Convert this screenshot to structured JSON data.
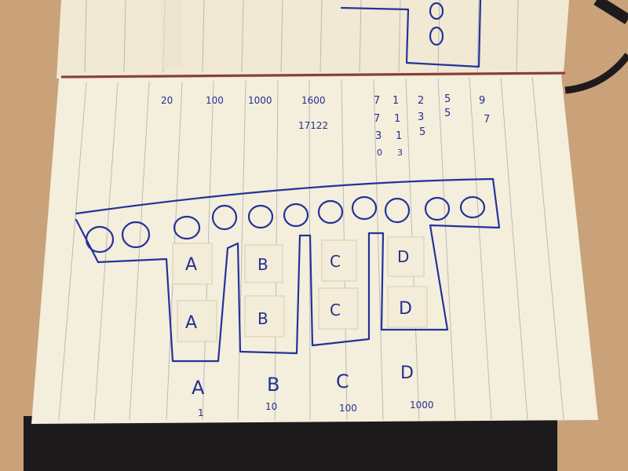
{
  "photo": {
    "subject": "open notebook with hand-drawn diagram",
    "colors": {
      "table": "#c9a27a",
      "paper": "#f4eedc",
      "ink": "#24339a",
      "strap": "#1e1a1c"
    }
  },
  "top_numbers": [
    "20",
    "100",
    "1000",
    "1600",
    "17122"
  ],
  "tally_columns": {
    "col1": [
      "7",
      "7",
      "3",
      "0"
    ],
    "col2": [
      "1",
      "1",
      "1",
      "3"
    ],
    "col3": [
      "2",
      "3",
      "5"
    ],
    "col4": [
      "5",
      "5"
    ],
    "col5": [
      "9",
      "7"
    ]
  },
  "notes": {
    "row1": [
      "A",
      "B",
      "C",
      "D"
    ],
    "row2": [
      "A",
      "B",
      "C",
      "D"
    ]
  },
  "bin_labels": [
    "A",
    "B",
    "C",
    "D"
  ],
  "bin_values": [
    "1",
    "10",
    "100",
    "1000"
  ]
}
